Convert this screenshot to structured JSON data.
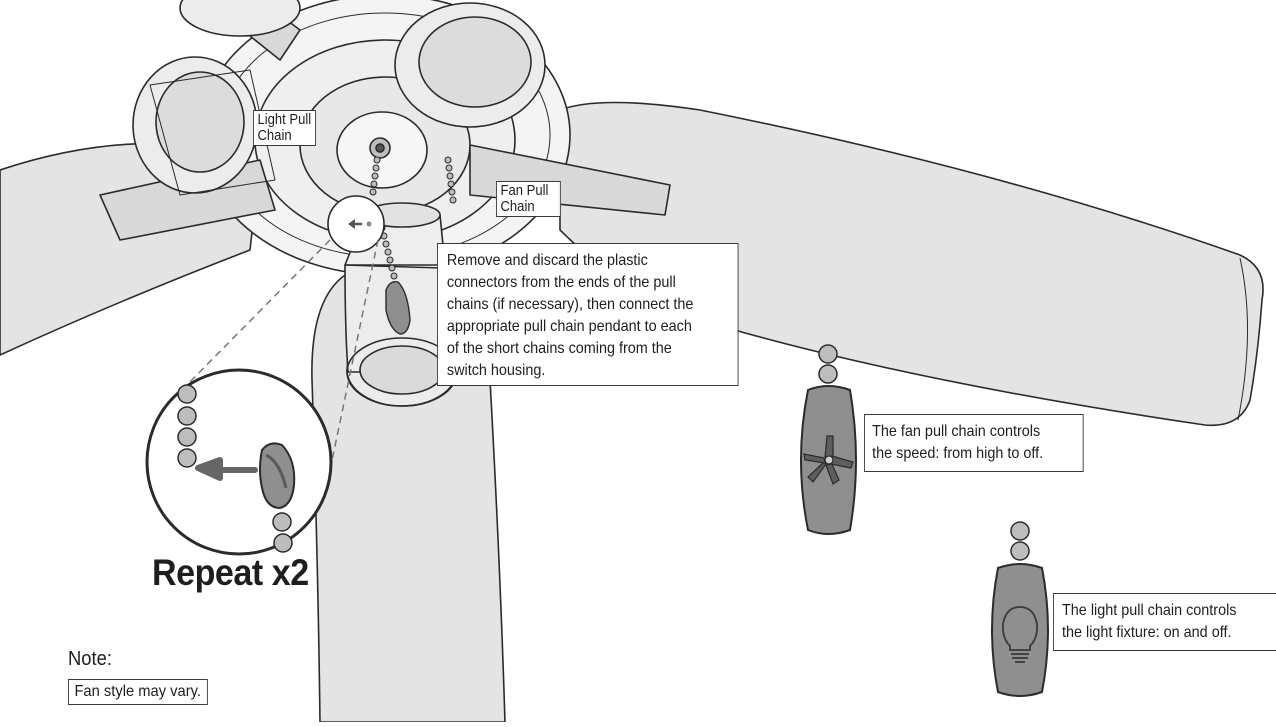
{
  "labels": {
    "light_pull_chain": [
      "Light Pull",
      "Chain"
    ],
    "fan_pull_chain": [
      "Fan Pull",
      "Chain"
    ]
  },
  "instruction": [
    "Remove and discard the plastic",
    "connectors from the ends of the pull",
    "chains (if necessary), then connect the",
    "appropriate pull chain pendant to each",
    "of the short chains coming from the",
    "switch housing."
  ],
  "fan_pendant_caption": [
    "The fan pull chain controls",
    "the speed: from high to off."
  ],
  "light_pendant_caption": [
    "The light pull chain controls",
    "the light fixture: on and off."
  ],
  "repeat_label": "Repeat x2",
  "note": {
    "title": "Note:",
    "text": "Fan style may vary."
  },
  "icons": {
    "fan_pendant": "fan-icon",
    "light_pendant": "light-bulb-icon",
    "detail_arrow": "left-arrow-icon"
  },
  "colors": {
    "blade": "#e4e4e4",
    "pendant": "#8f8f8f",
    "outline": "#2b2b2b"
  }
}
